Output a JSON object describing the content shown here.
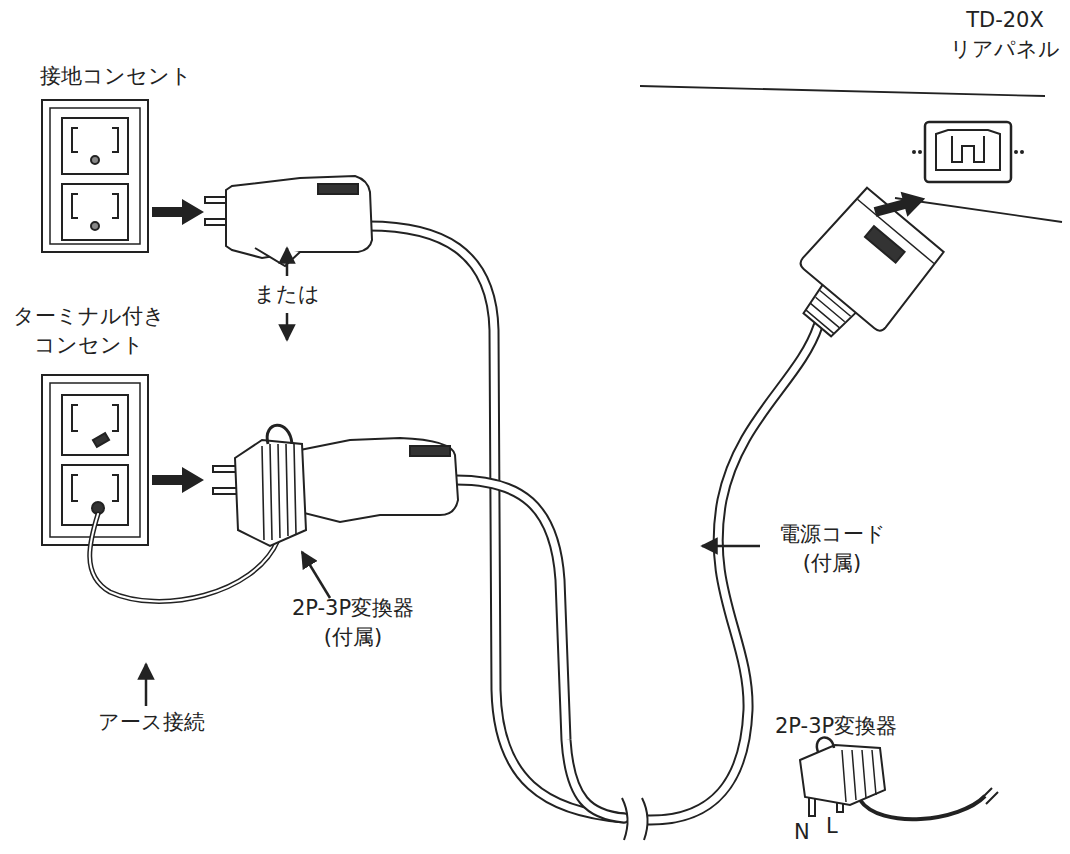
{
  "diagram": {
    "labels": [
      "TD-20X リアパネル",
      "接地コンセント",
      "ターミナル付き コンセント",
      "または",
      "電源コード (付属)",
      "2P-3P変換器 (付属)",
      "アース接続",
      "2P-3P変換器",
      "N",
      "L"
    ]
  }
}
